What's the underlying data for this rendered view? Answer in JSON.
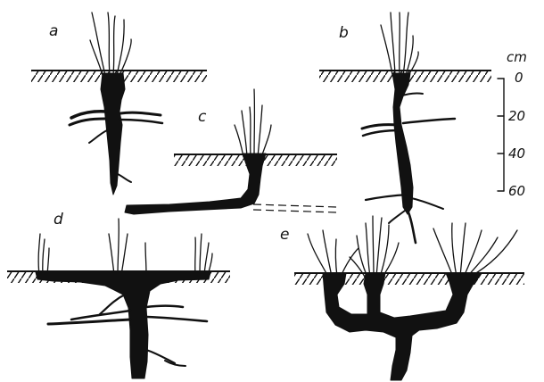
{
  "panels": [
    "a",
    "b",
    "c",
    "d",
    "e"
  ],
  "scale": {
    "unit": "cm",
    "ticks": [
      "0",
      "20",
      "40",
      "60"
    ]
  },
  "colors": {
    "ink": "#111111",
    "background": "#ffffff"
  }
}
